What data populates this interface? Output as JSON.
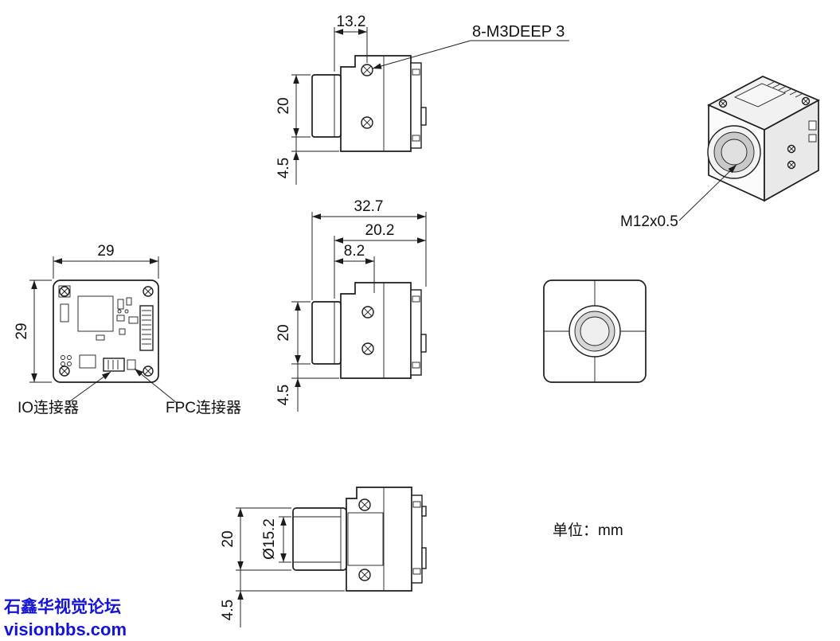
{
  "drawing": {
    "unit_note": "单位：mm",
    "views": {
      "top": {
        "dim_screw_offset": "13.2",
        "screw_callout": "8-M3DEEP 3",
        "dim_lens_height": "20",
        "dim_base_offset": "4.5"
      },
      "isometric": {
        "lens_thread_callout": "M12x0.5"
      },
      "pcb_back": {
        "dim_width": "29",
        "dim_height": "29",
        "io_connector_label": "IO连接器",
        "fpc_connector_label": "FPC连接器"
      },
      "side": {
        "dim_total_depth": "32.7",
        "dim_body_depth": "20.2",
        "dim_front_depth": "8.2",
        "dim_lens_height": "20",
        "dim_base_offset": "4.5"
      },
      "bottom": {
        "dim_lens_length": "20",
        "dim_lens_diameter": "Ø15.2",
        "dim_base_offset": "4.5"
      }
    },
    "watermark": {
      "line1": "石鑫华视觉论坛",
      "line2": "visionbbs.com",
      "color": "#1414D6"
    }
  }
}
